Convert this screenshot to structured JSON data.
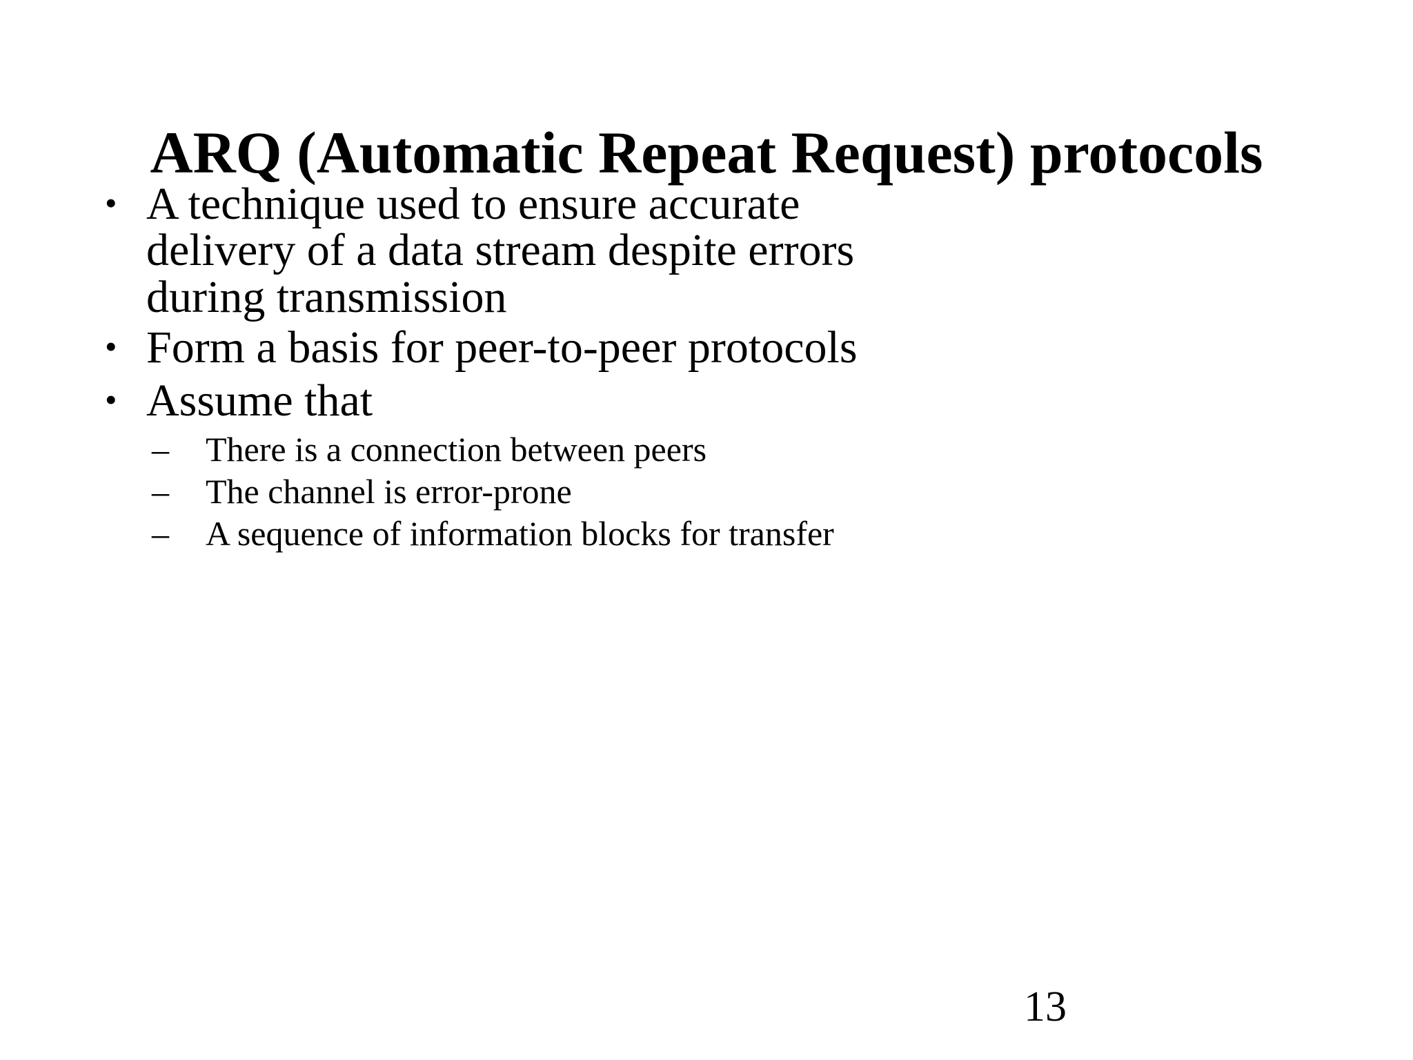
{
  "slide": {
    "title": "ARQ (Automatic Repeat Request) protocols",
    "page_number": "13",
    "background_color": "#ffffff",
    "text_color": "#000000",
    "bullet_glyph": "•",
    "dash_glyph": "–",
    "bullets": [
      {
        "text": "A technique used to ensure accurate delivery of a data stream despite errors during transmission",
        "marker": "•",
        "sub_items": []
      },
      {
        "text": "Form a basis for peer-to-peer protocols",
        "marker": "•",
        "sub_items": []
      },
      {
        "text": "Assume that",
        "marker": "•",
        "sub_items": [
          {
            "marker": "–",
            "text": "There is a connection between peers"
          },
          {
            "marker": "–",
            "text": "The channel is error-prone"
          },
          {
            "marker": "–",
            "text": "A sequence of information blocks for transfer"
          }
        ]
      }
    ]
  }
}
